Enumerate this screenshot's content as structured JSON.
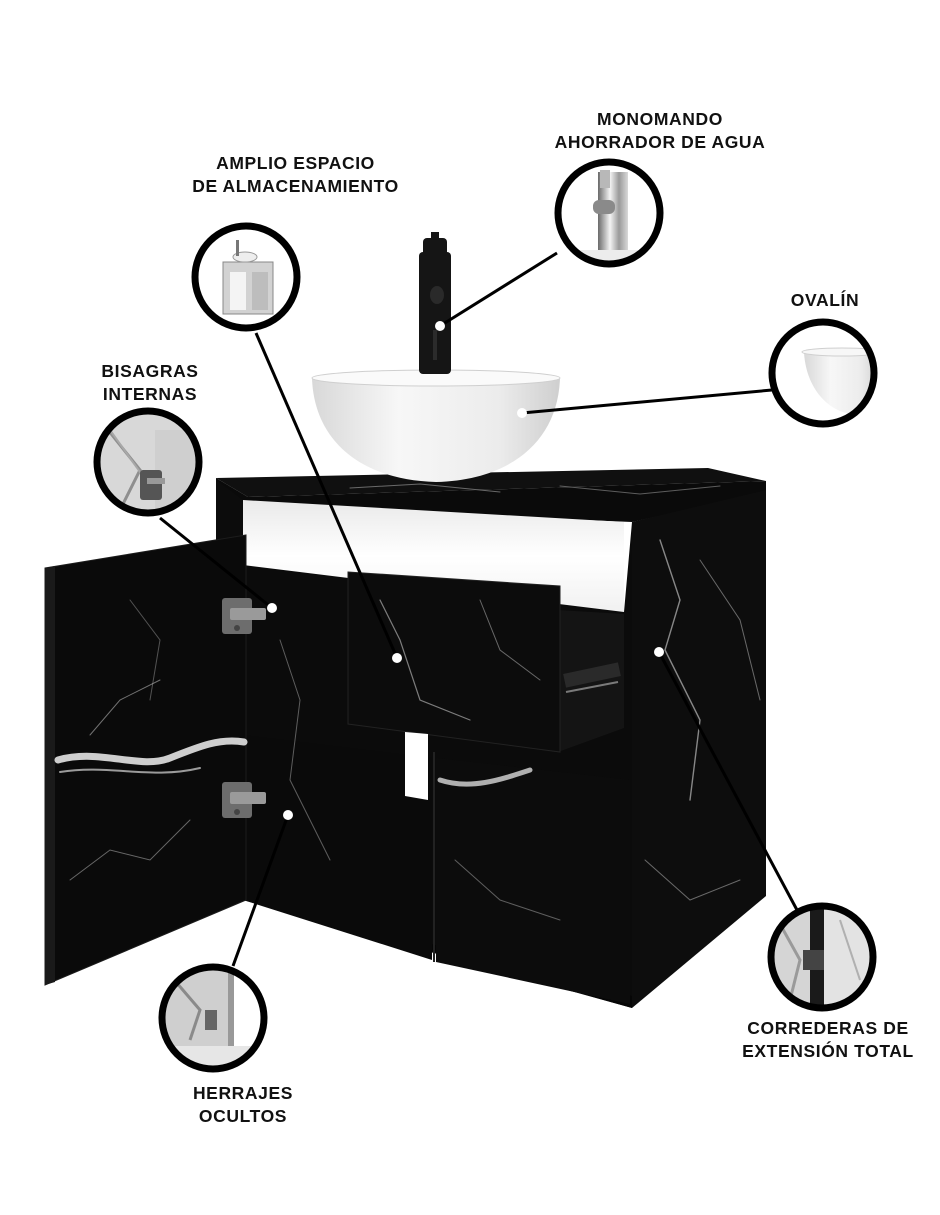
{
  "callouts": {
    "monomando": {
      "line1": "MONOMANDO",
      "line2": "AHORRADOR DE AGUA"
    },
    "almacenamiento": {
      "line1": "AMPLIO ESPACIO",
      "line2": "DE ALMACENAMIENTO"
    },
    "ovalin": {
      "line1": "OVALÍN"
    },
    "bisagras": {
      "line1": "BISAGRAS",
      "line2": "INTERNAS"
    },
    "herrajes": {
      "line1": "HERRAJES",
      "line2": "OCULTOS"
    },
    "correderas": {
      "line1": "CORREDERAS DE",
      "line2": "EXTENSIÓN TOTAL"
    }
  },
  "colors": {
    "cabinet": "#0b0b0b",
    "marble_vein": "#d9d9d9",
    "basin": "#f2f2f2",
    "faucet": "#151515",
    "callout_ring": "#000000",
    "leader_line": "#000000",
    "background": "#ffffff"
  }
}
